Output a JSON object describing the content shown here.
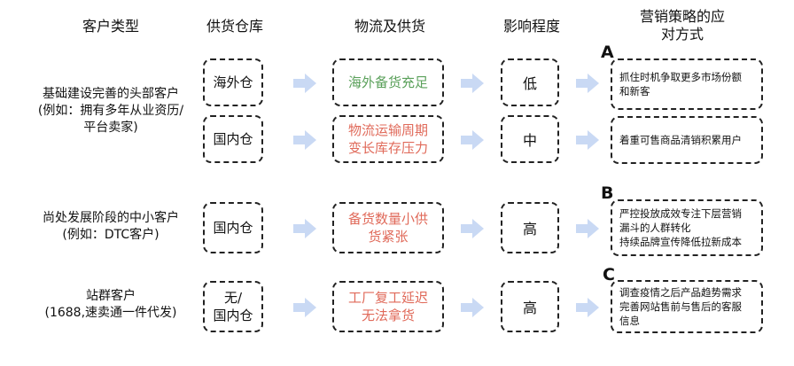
{
  "headers": {
    "customer_type": "客户类型",
    "warehouse": "供货仓库",
    "logistics": "物流及供货",
    "impact": "影响程度",
    "strategy_line1": "营销策略的应",
    "strategy_line2": "对方式"
  },
  "groups": [
    {
      "tag": "A",
      "customer": [
        "基础建设完善的头部客户",
        "(例如：拥有多年从业资历/",
        "平台卖家)"
      ],
      "rows": [
        {
          "warehouse": [
            "海外仓"
          ],
          "logistics": [
            "海外备货充足"
          ],
          "logistics_color": "#5aa05a",
          "impact": "低",
          "strategy": [
            "抓住时机争取更多市场份额",
            "和新客"
          ]
        },
        {
          "warehouse": [
            "国内仓"
          ],
          "logistics": [
            "物流运输周期",
            "变长库存压力"
          ],
          "logistics_color": "#e06a5a",
          "impact": "中",
          "strategy": [
            "着重可售商品清销积累用户"
          ]
        }
      ]
    },
    {
      "tag": "B",
      "customer": [
        "尚处发展阶段的中小客户",
        "(例如：DTC客户)"
      ],
      "rows": [
        {
          "warehouse": [
            "国内仓"
          ],
          "logistics": [
            "备货数量小供",
            "货紧张"
          ],
          "logistics_color": "#e06a5a",
          "impact": "高",
          "strategy": [
            "严控投放成效专注下层营销",
            "漏斗的人群转化",
            "持续品牌宣传降低拉新成本"
          ]
        }
      ]
    },
    {
      "tag": "C",
      "customer": [
        "站群客户",
        "(1688,速卖通一件代发)"
      ],
      "rows": [
        {
          "warehouse": [
            "无/",
            "国内仓"
          ],
          "logistics": [
            "工厂复工延迟",
            "无法拿货"
          ],
          "logistics_color": "#e06a5a",
          "impact": "高",
          "strategy": [
            "调查疫情之后产品趋势需求",
            "完善网站售前与售后的客服",
            "信息"
          ]
        }
      ]
    }
  ],
  "colors": {
    "arrow": "#c9d9f4",
    "border": "#222222"
  },
  "icons": {
    "arrow": "right-arrow-icon"
  }
}
